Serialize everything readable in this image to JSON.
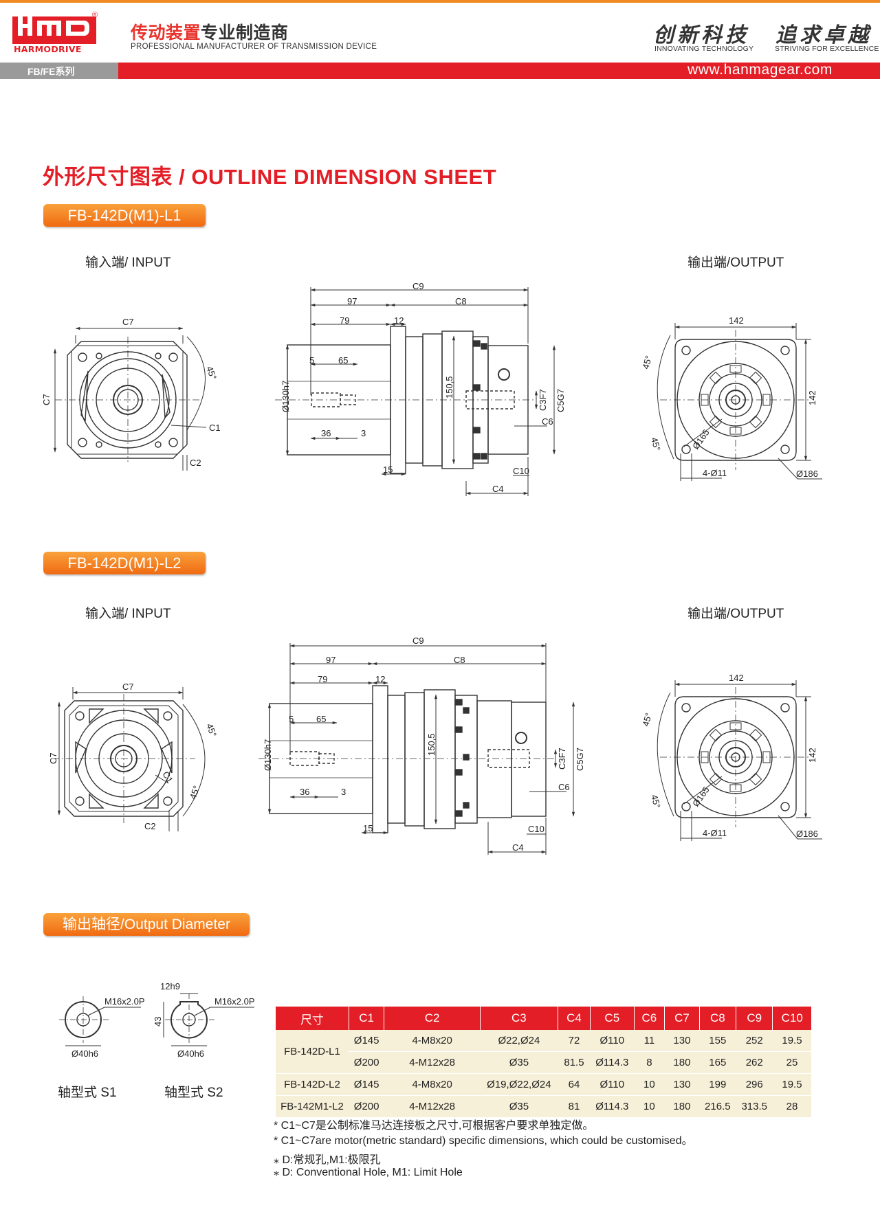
{
  "header": {
    "logo_sub": "HARMODRIVE",
    "reg_mark": "®",
    "tagline_cn_part1": "传动装置",
    "tagline_cn_part2": "专业制造商",
    "tagline_en": "PROFESSIONAL MANUFACTURER OF TRANSMISSION DEVICE",
    "motto1_cn": "创新科技",
    "motto1_en": "INNOVATING TECHNOLOGY",
    "motto2_cn": "追求卓越",
    "motto2_en": "STRIVING FOR EXCELLENCE",
    "series": "FB/FE系列",
    "website": "www.hanmagear.com"
  },
  "title": "外形尺寸图表 / OUTLINE DIMENSION SHEET",
  "section_l1": "FB-142D(M1)-L1",
  "section_l2": "FB-142D(M1)-L2",
  "section_output": "输出轴径/Output Diameter",
  "input_label": "输入端/ INPUT",
  "output_label": "输出端/OUTPUT",
  "dims": {
    "c1": "C1",
    "c2": "C2",
    "c3": "C3F7",
    "c4": "C4",
    "c5": "C5G7",
    "c6": "C6",
    "c7": "C7",
    "c8": "C8",
    "c9": "C9",
    "c10": "C10",
    "d97": "97",
    "d79": "79",
    "d12": "12",
    "d5": "5",
    "d65": "65",
    "d36": "36",
    "d3": "3",
    "d15": "15",
    "d1505": "150,5",
    "d130": "Ø130h7",
    "d142": "142",
    "d165": "Ø165",
    "d186": "Ø186",
    "holes": "4-Ø11",
    "angle": "45°"
  },
  "shaft": {
    "s1_label": "轴型式 S1",
    "s2_label": "轴型式 S2",
    "thread": "M16x2.0P",
    "dia": "Ø40h6",
    "key": "12h9",
    "height": "43"
  },
  "table": {
    "headers": [
      "尺寸",
      "C1",
      "C2",
      "C3",
      "C4",
      "C5",
      "C6",
      "C7",
      "C8",
      "C9",
      "C10"
    ],
    "rows": [
      {
        "model": "FB-142D-L1",
        "cells": [
          "Ø145",
          "4-M8x20",
          "Ø22,Ø24",
          "72",
          "Ø110",
          "11",
          "130",
          "155",
          "252",
          "19.5"
        ]
      },
      {
        "model": "",
        "cells": [
          "Ø200",
          "4-M12x28",
          "Ø35",
          "81.5",
          "Ø114.3",
          "8",
          "180",
          "165",
          "262",
          "25"
        ]
      },
      {
        "model": "FB-142D-L2",
        "cells": [
          "Ø145",
          "4-M8x20",
          "Ø19,Ø22,Ø24",
          "64",
          "Ø110",
          "10",
          "130",
          "199",
          "296",
          "19.5"
        ]
      },
      {
        "model": "FB-142M1-L2",
        "cells": [
          "Ø200",
          "4-M12x28",
          "Ø35",
          "81",
          "Ø114.3",
          "10",
          "180",
          "216.5",
          "313.5",
          "28"
        ]
      }
    ]
  },
  "notes": [
    "* C1~C7是公制标准马达连接板之尺寸,可根据客户要求单独定做。",
    "* C1~C7are motor(metric standard)  specific dimensions, which could be customised。",
    "⁎ D:常规孔,M1:极限孔",
    "⁎ D: Conventional Hole, M1: Limit Hole"
  ]
}
